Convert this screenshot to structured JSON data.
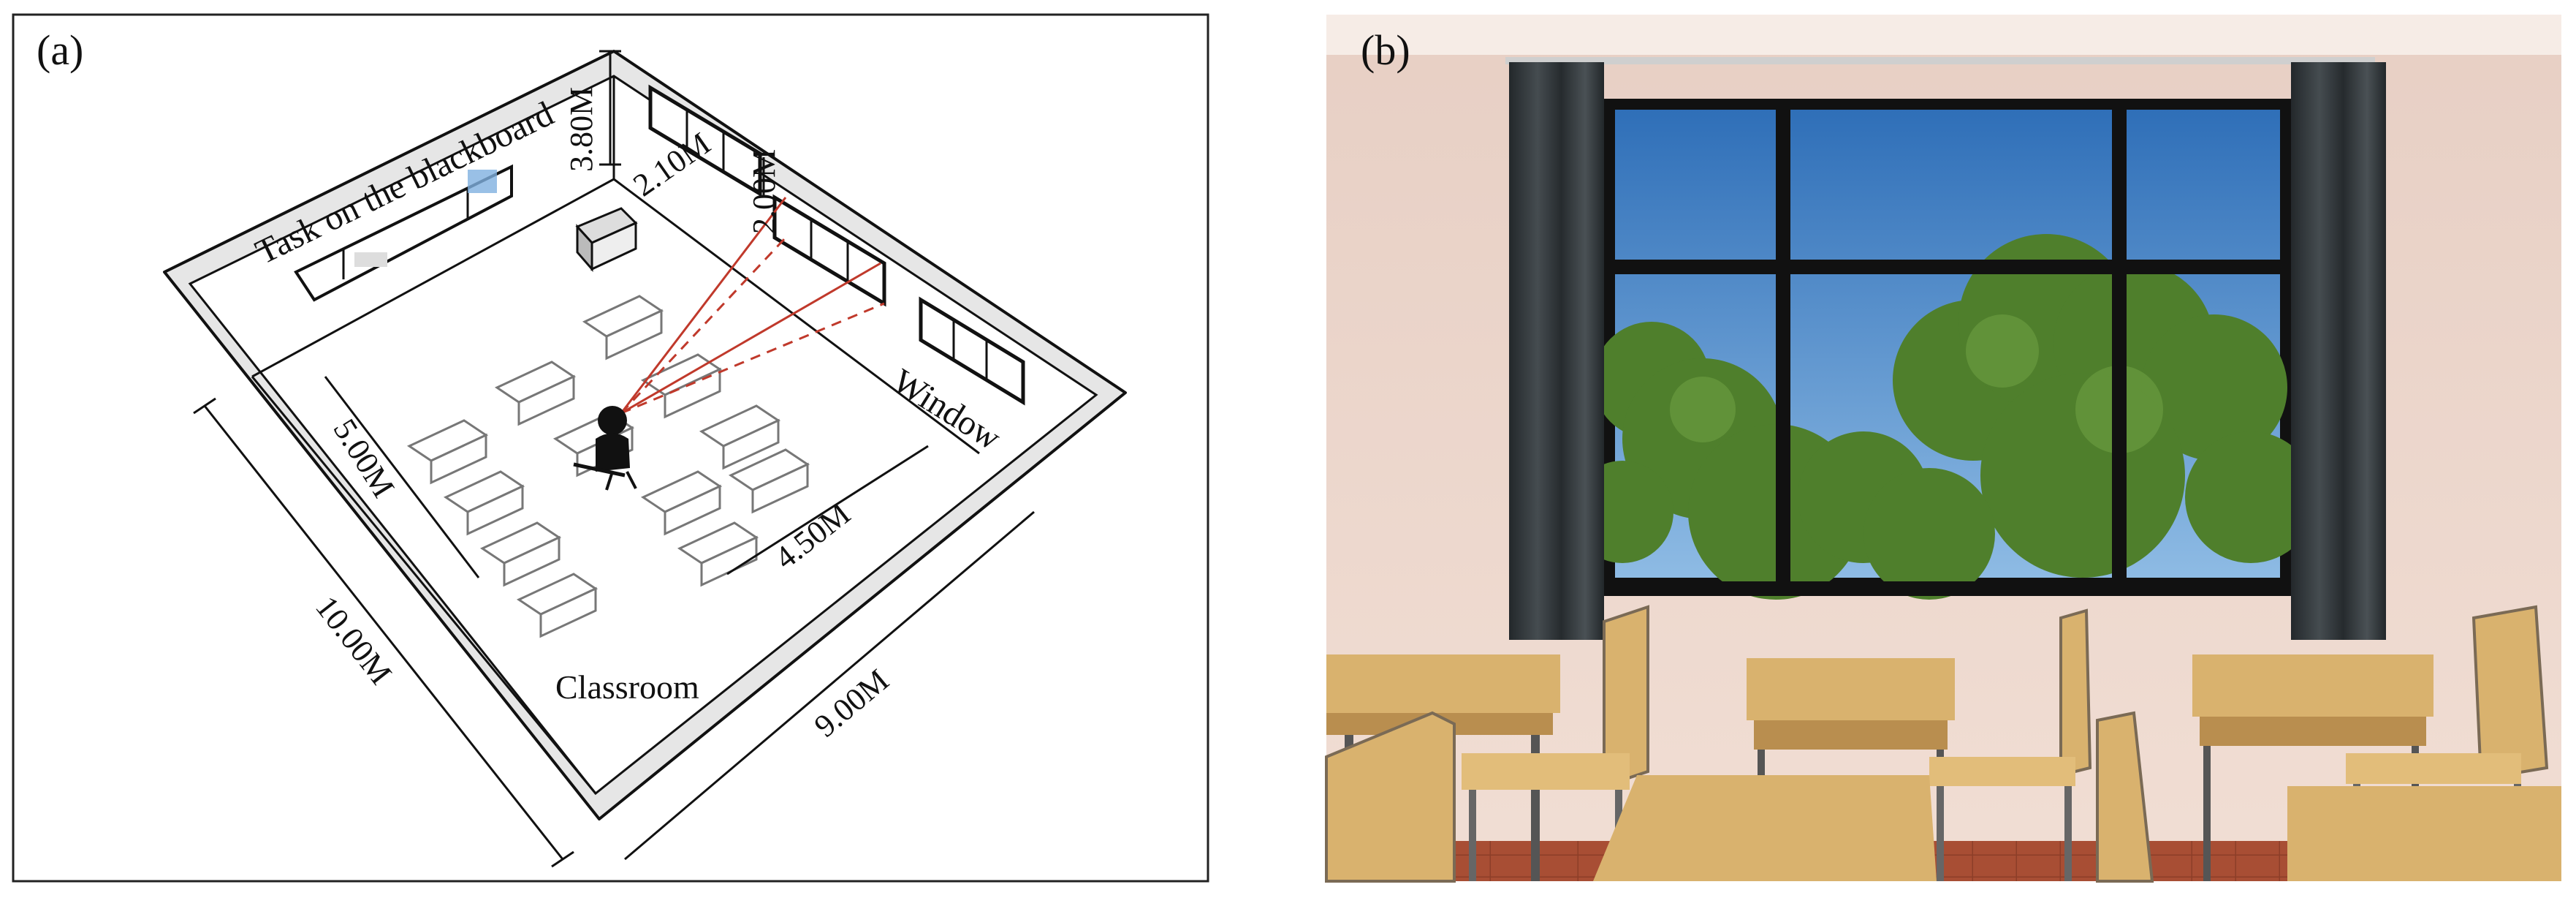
{
  "panel_a": {
    "label": "(a)",
    "task_label": "Task on the blackboard",
    "window_label": "Window",
    "room_label": "Classroom",
    "dimensions": {
      "height": "3.80M",
      "window_width": "2.10M",
      "window_height": "2.00M",
      "student_row_distance": "5.00M",
      "student_window_distance": "4.50M",
      "room_length": "10.00M",
      "room_width": "9.00M"
    }
  },
  "panel_b": {
    "label": "(b)"
  },
  "colors": {
    "sight_line": "#c0392b",
    "wall": "#ffffff",
    "sky": "#4a86c8",
    "foliage": "#4f7f2c",
    "curtain": "#2f3437",
    "desk": "#d9b26e",
    "floor": "#a64d33",
    "classroom_wall": "#e9d3c8"
  },
  "icons": [
    "student-icon",
    "desk-icon",
    "window-icon",
    "blackboard-icon",
    "lectern-icon",
    "curtain-icon"
  ]
}
